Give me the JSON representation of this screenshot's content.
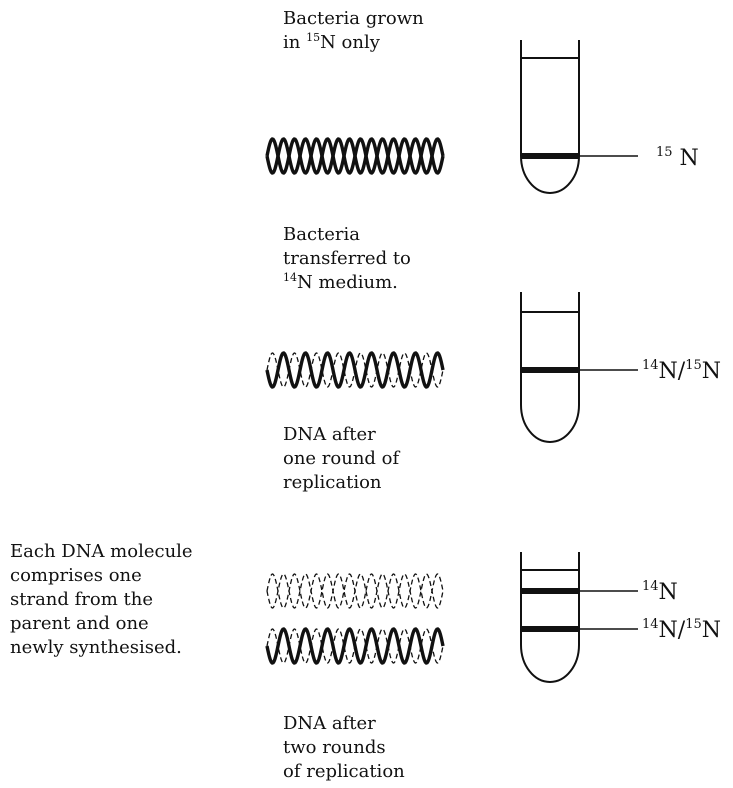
{
  "stage1": {
    "label_line1": "Bacteria grown",
    "label_line2_pre": "in ",
    "label_line2_sup": "15",
    "label_line2_post": "N only",
    "band_label_sup": "15",
    "band_label_text": " N"
  },
  "stage2": {
    "label_line1": "Bacteria",
    "label_line2": "transferred to",
    "label_line3_sup": "14",
    "label_line3_post": "N medium.",
    "band_label_sup1": "14",
    "band_label_mid": "N/",
    "band_label_sup2": "15",
    "band_label_end": "N"
  },
  "stage3": {
    "label_line1": "DNA after",
    "label_line2": "one round of",
    "label_line3": "replication",
    "side_line1": "Each DNA molecule",
    "side_line2": "comprises one",
    "side_line3": "strand from the",
    "side_line4": "parent and one",
    "side_line5": "newly synthesised.",
    "band1_sup": "14",
    "band1_text": "N",
    "band2_sup1": "14",
    "band2_mid": "N/",
    "band2_sup2": "15",
    "band2_end": "N"
  },
  "stage4": {
    "label_line1": "DNA after",
    "label_line2": "two rounds",
    "label_line3": "of replication"
  }
}
